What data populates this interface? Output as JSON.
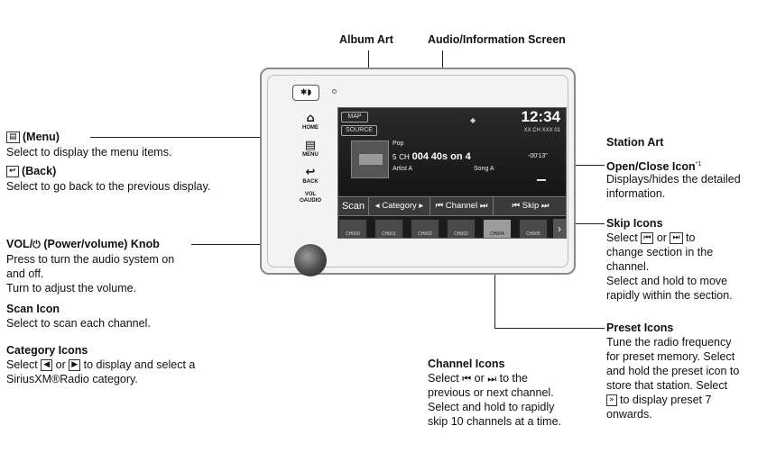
{
  "callouts": {
    "album_art": "Album Art",
    "audio_screen": "Audio/Information Screen",
    "menu_title": "(Menu)",
    "menu_desc": "Select to display the menu items.",
    "back_title": "(Back)",
    "back_desc": "Select to go back to the previous display.",
    "vol_title_pre": "VOL/",
    "vol_title_post": "(Power/volume) Knob",
    "vol_desc1": "Press to turn the audio system on",
    "vol_desc2": "and off.",
    "vol_desc3": "Turn to adjust the volume.",
    "scan_title": "Scan Icon",
    "scan_desc": "Select to scan each channel.",
    "category_title": "Category Icons",
    "category_desc_pre": "Select",
    "category_desc_or": "or",
    "category_desc_post": "to display and select a",
    "category_desc2": "SiriusXM®Radio category.",
    "station_art": "Station Art",
    "openclose_title": "Open/Close Icon",
    "openclose_sup": "*1",
    "openclose_desc1": "Displays/hides the detailed",
    "openclose_desc2": "information.",
    "skip_title": "Skip Icons",
    "skip_desc_pre": "Select",
    "skip_desc_or": "or",
    "skip_desc_post": "to",
    "skip_desc2": "change section in the",
    "skip_desc3": "channel.",
    "skip_desc4": "Select and hold to move",
    "skip_desc5": "rapidly within the section.",
    "preset_title": "Preset Icons",
    "preset_desc1": "Tune the radio frequency",
    "preset_desc2": "for preset memory. Select",
    "preset_desc3": "and hold the preset icon to",
    "preset_desc4": "store that station. Select",
    "preset_desc5_post": "to display preset 7",
    "preset_desc6": "onwards.",
    "channel_title": "Channel Icons",
    "channel_desc1_pre": "Select",
    "channel_desc1_or": "or",
    "channel_desc1_post": "to the",
    "channel_desc2": "previous or next channel.",
    "channel_desc3": "Select and hold to rapidly",
    "channel_desc4": "skip 10 channels at a time."
  },
  "device": {
    "home_label": "HOME",
    "menu_label": "MENU",
    "back_label": "BACK",
    "vol_label1": "VOL",
    "vol_label2": "AUDIO",
    "map_btn": "MAP",
    "source_btn": "SOURCE",
    "clock": "12:34",
    "genre": "Pop",
    "preset_num": "5",
    "ch_prefix": "CH",
    "ch_num": "004",
    "ch_name": "40s on 4",
    "artist": "Artist A",
    "song": "Song A",
    "time": "-00'13\"",
    "status": "XX CH XXX",
    "status_num": "01",
    "ctrl_scan": "Scan",
    "ctrl_category": "Category",
    "ctrl_channel": "Channel",
    "ctrl_skip": "Skip",
    "presets": [
      "CH000",
      "CH001",
      "CH002",
      "CH003",
      "CH004",
      "CH005"
    ]
  }
}
